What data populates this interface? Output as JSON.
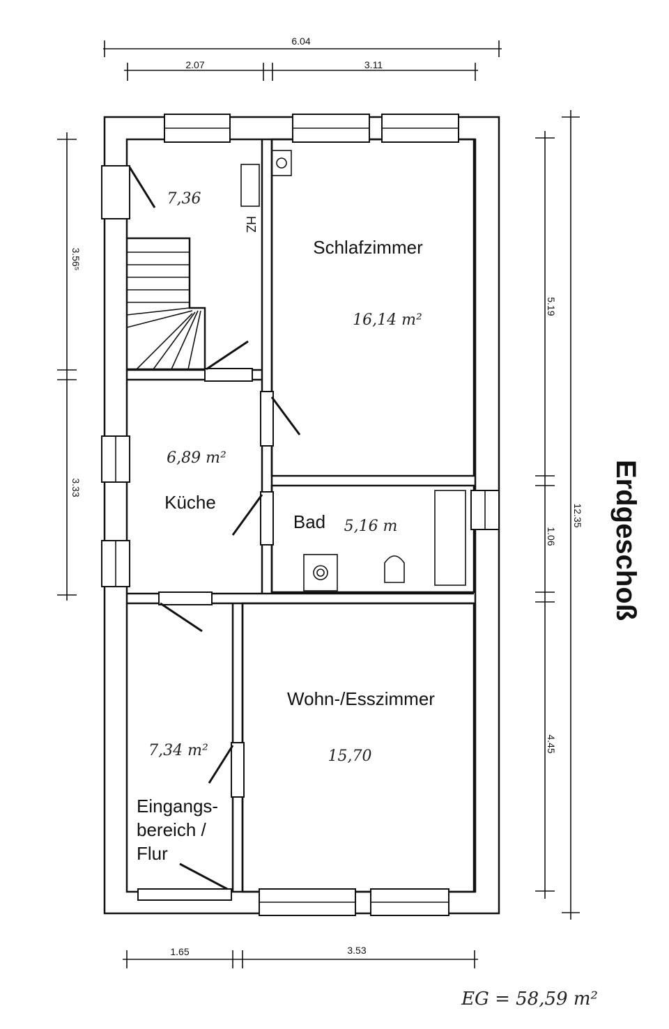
{
  "title": "Erdgeschoß",
  "rooms": {
    "schlafzimmer": {
      "name": "Schlafzimmer",
      "area": "16,14 m²"
    },
    "kueche": {
      "name": "Küche",
      "area": "6,89 m²"
    },
    "bad": {
      "name": "Bad",
      "area": "5,16 m"
    },
    "wohn": {
      "name": "Wohn-/Esszimmer",
      "area": "15,70"
    },
    "flur": {
      "line1": "Eingangs-",
      "line2": "bereich /",
      "line3": "Flur",
      "area": "7,34 m²"
    },
    "treppe": {
      "area": "7,36"
    },
    "hz": "HZ"
  },
  "dimensions": {
    "top_total": "6.04",
    "top_left": "2.07",
    "top_right": "3.11",
    "bottom_left": "1.65",
    "bottom_right": "3.53",
    "left_upper": "3.56⁵",
    "left_lower": "3.33",
    "right_1": "5.19",
    "right_2": "1.06",
    "right_3": "4.45",
    "right_total": "12.35"
  },
  "summary": "EG = 58,59 m²"
}
